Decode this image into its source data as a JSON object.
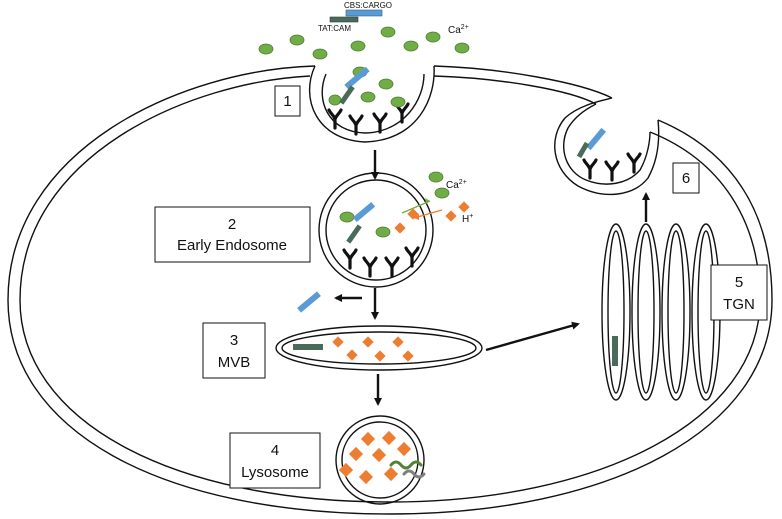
{
  "top_labels": {
    "cargo": "CBS:CARGO",
    "carrier": "TAT:CAM"
  },
  "ions": {
    "calcium_top": "Ca",
    "calcium_endo": "Ca",
    "charge_2plus": "2+",
    "proton": "H",
    "charge_plus": "+"
  },
  "steps": [
    {
      "number": "1",
      "name": ""
    },
    {
      "number": "2",
      "name": "Early Endosome"
    },
    {
      "number": "3",
      "name": "MVB"
    },
    {
      "number": "4",
      "name": "Lysosome"
    },
    {
      "number": "5",
      "name": "TGN"
    },
    {
      "number": "6",
      "name": ""
    }
  ],
  "colors": {
    "calcium": "#70ad47",
    "calcium_stroke": "#4e7d31",
    "proton": "#ed7d31",
    "cargo": "#5b9bd5",
    "carrier": "#4a6b5a",
    "degraded_green": "#548235",
    "degraded_gray": "#7f7f7f",
    "outline": "#111111"
  },
  "icons": [
    "calcium-ion-icon",
    "proton-ion-icon",
    "receptor-icon",
    "cell-penetrating-complex-icon",
    "arrow-icon"
  ]
}
